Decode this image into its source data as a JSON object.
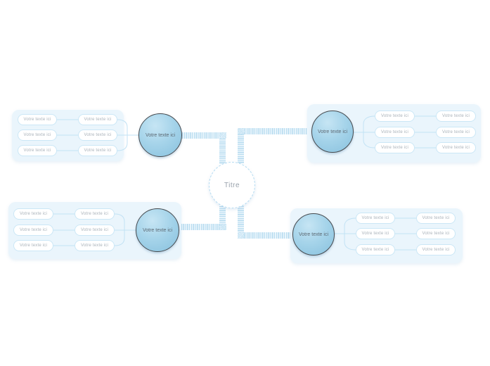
{
  "center_node": {
    "label": "Titre"
  },
  "branches": [
    {
      "name": "top-left",
      "node_label": "Votre texte ici",
      "leaves": [
        "Votre texte ici",
        "Votre texte ici",
        "Votre texte ici",
        "Votre texte ici",
        "Votre texte ici",
        "Votre texte ici"
      ]
    },
    {
      "name": "top-right",
      "node_label": "Votre texte ici",
      "leaves": [
        "Votre texte ici",
        "Votre texte ici",
        "Votre texte ici",
        "Votre texte ici",
        "Votre texte ici",
        "Votre texte ici"
      ]
    },
    {
      "name": "bottom-left",
      "node_label": "Votre texte ici",
      "leaves": [
        "Votre texte ici",
        "Votre texte ici",
        "Votre texte ici",
        "Votre texte ici",
        "Votre texte ici",
        "Votre texte ici"
      ]
    },
    {
      "name": "bottom-right",
      "node_label": "Votre texte ici",
      "leaves": [
        "Votre texte ici",
        "Votre texte ici",
        "Votre texte ici",
        "Votre texte ici",
        "Votre texte ici",
        "Votre texte ici"
      ]
    }
  ],
  "colors": {
    "branch_node_fill": "#a6d4ea",
    "branch_node_border": "#46494d",
    "group_background": "#eaf5fc",
    "pill_border": "#cbe7f6",
    "connector_stripe": "#b7dcef",
    "thin_line": "#c2e2f4",
    "center_border": "#b5dcf2",
    "text_gray": "#a9b2ba"
  }
}
